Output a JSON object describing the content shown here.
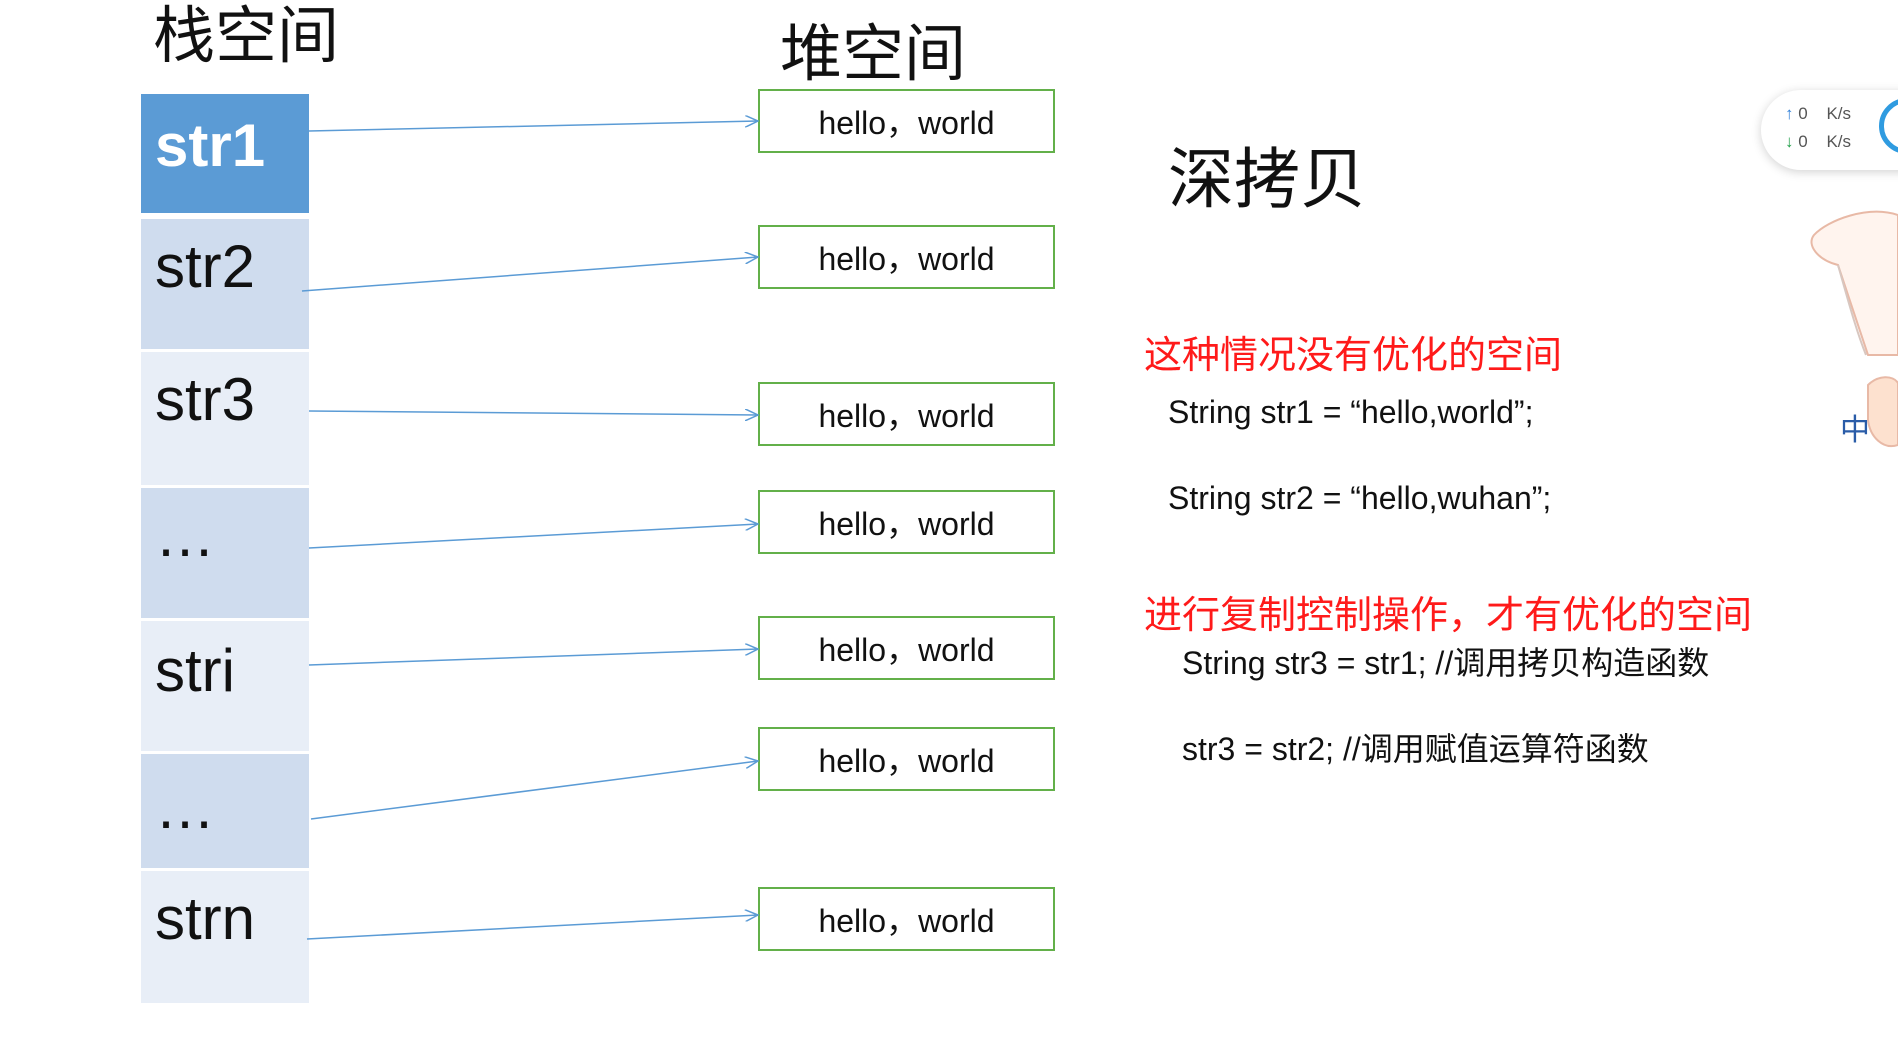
{
  "titles": {
    "stack": "栈空间",
    "heap": "堆空间",
    "deep_copy": "深拷贝"
  },
  "stack_cells": [
    {
      "label": "str1",
      "highlight": true
    },
    {
      "label": "str2",
      "highlight": false
    },
    {
      "label": "str3",
      "highlight": false
    },
    {
      "label": "…",
      "highlight": false
    },
    {
      "label": "stri",
      "highlight": false
    },
    {
      "label": "…",
      "highlight": false
    },
    {
      "label": "strn",
      "highlight": false
    }
  ],
  "heap_boxes": [
    "hello，world",
    "hello，world",
    "hello，world",
    "hello，world",
    "hello，world",
    "hello，world",
    "hello，world"
  ],
  "notes": {
    "case1_title": "这种情况没有优化的空间",
    "case1_line1": "String str1 = “hello,world”;",
    "case1_line2": "String str2 = “hello,wuhan”;",
    "case2_title": "进行复制控制操作，才有优化的空间",
    "case2_line1": "String str3 = str1; //调用拷贝构造函数",
    "case2_line2": "str3 = str2; //调用赋值运算符函数"
  },
  "speed_widget": {
    "up": "0",
    "down": "0",
    "unit": "K/s"
  },
  "colors": {
    "stack_highlight": "#5b9bd5",
    "stack_dark": "#cfdcee",
    "stack_light": "#e8eef7",
    "heap_border": "#63b04a",
    "arrow": "#5b9bd5",
    "note_red": "#ff1a1a",
    "speed_up": "#2f7fd8",
    "speed_down": "#22a04a"
  }
}
